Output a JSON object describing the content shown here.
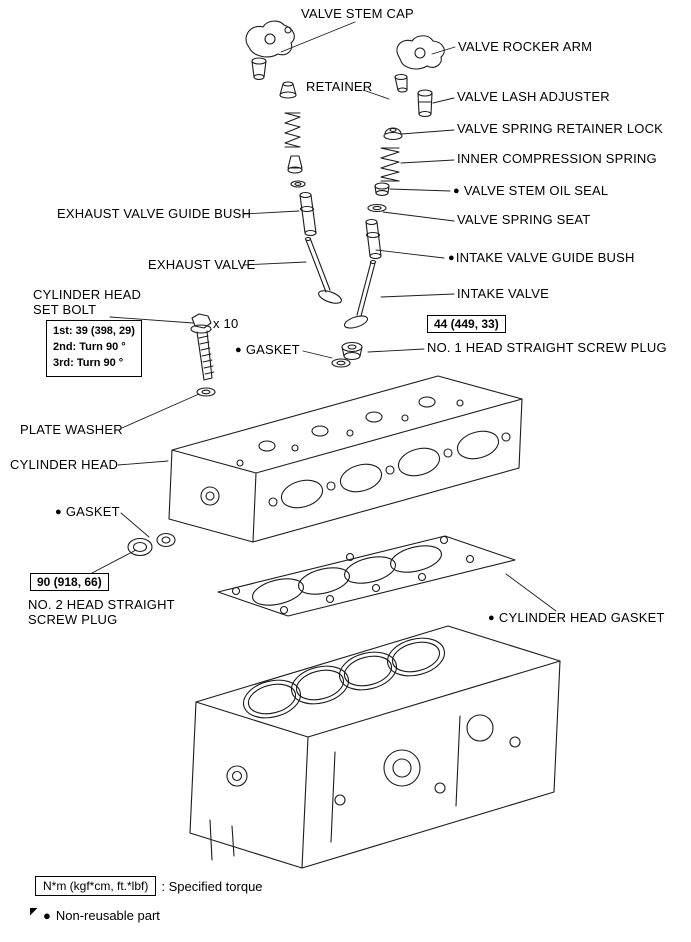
{
  "legend": {
    "torque_units": "N*m (kgf*cm, ft.*lbf)",
    "torque_meaning": ": Specified torque",
    "non_reusable_marker": "●",
    "non_reusable_meaning": "Non-reusable part"
  },
  "torque_specs": {
    "cylinder_head_set_bolt_steps": {
      "step1": "1st: 39 (398, 29)",
      "step2": "2nd: Turn 90 °",
      "step3": "3rd: Turn 90 °"
    },
    "cylinder_head_set_bolt_count": "x 10",
    "no1_head_straight_screw_plug": "44 (449, 33)",
    "no2_head_straight_screw_plug": "90 (918, 66)"
  },
  "labels": {
    "valve_stem_cap": "VALVE STEM CAP",
    "valve_rocker_arm": "VALVE ROCKER ARM",
    "retainer": "RETAINER",
    "valve_lash_adjuster": "VALVE LASH ADJUSTER",
    "valve_spring_retainer_lock": "VALVE SPRING RETAINER LOCK",
    "inner_compression_spring": "INNER COMPRESSION SPRING",
    "valve_stem_oil_seal": "VALVE STEM OIL SEAL",
    "exhaust_valve_guide_bush": "EXHAUST VALVE GUIDE BUSH",
    "valve_spring_seat": "VALVE SPRING SEAT",
    "exhaust_valve": "EXHAUST VALVE",
    "intake_valve_guide_bush": "INTAKE VALVE GUIDE BUSH",
    "intake_valve": "INTAKE VALVE",
    "cylinder_head_set_bolt_line1": "CYLINDER HEAD",
    "cylinder_head_set_bolt_line2": "SET BOLT",
    "gasket": "GASKET",
    "no1_head_straight_screw_plug": "NO. 1 HEAD STRAIGHT SCREW PLUG",
    "plate_washer": "PLATE WASHER",
    "cylinder_head": "CYLINDER HEAD",
    "no2_head_straight_screw_plug_line1": "NO. 2 HEAD STRAIGHT",
    "no2_head_straight_screw_plug_line2": "SCREW PLUG",
    "cylinder_head_gasket": "CYLINDER HEAD GASKET"
  }
}
